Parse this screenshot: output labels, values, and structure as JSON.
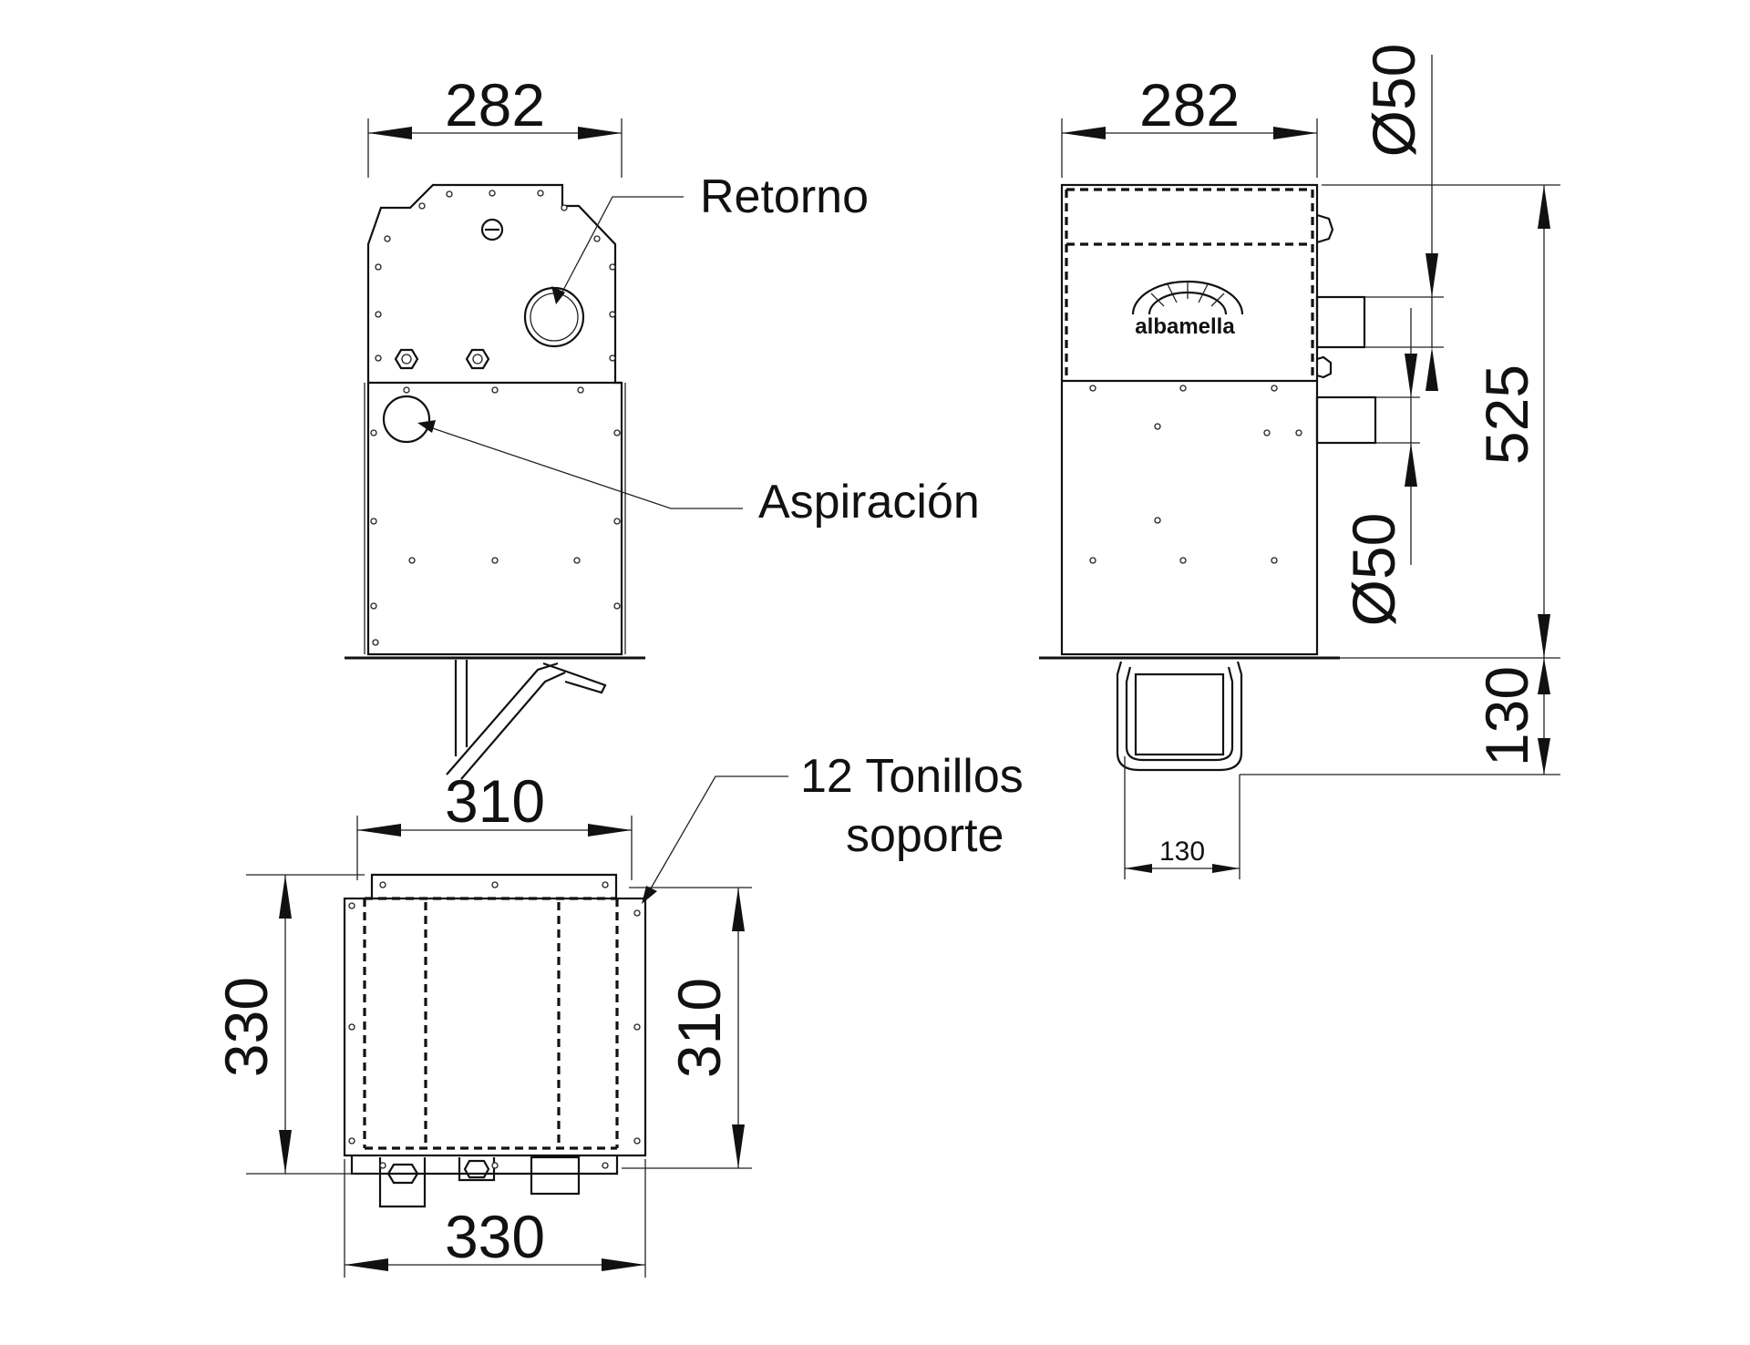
{
  "dimensions": {
    "front_width": "282",
    "side_width": "282",
    "diameter_top": "Ø50",
    "diameter_bottom": "Ø50",
    "total_height": "525",
    "bottom_height": "130",
    "nozzle_width": "130",
    "top_width": "310",
    "plan_left_depth": "330",
    "plan_right_depth": "310",
    "plan_bottom_width": "330"
  },
  "labels": {
    "return_line1": "Retorno",
    "suction_line1": "Aspiración",
    "screws_line1": "12 Tonillos",
    "screws_line2": "soporte"
  },
  "logo_text": "albamella",
  "colors": {
    "line": "#111111",
    "background": "#ffffff"
  }
}
